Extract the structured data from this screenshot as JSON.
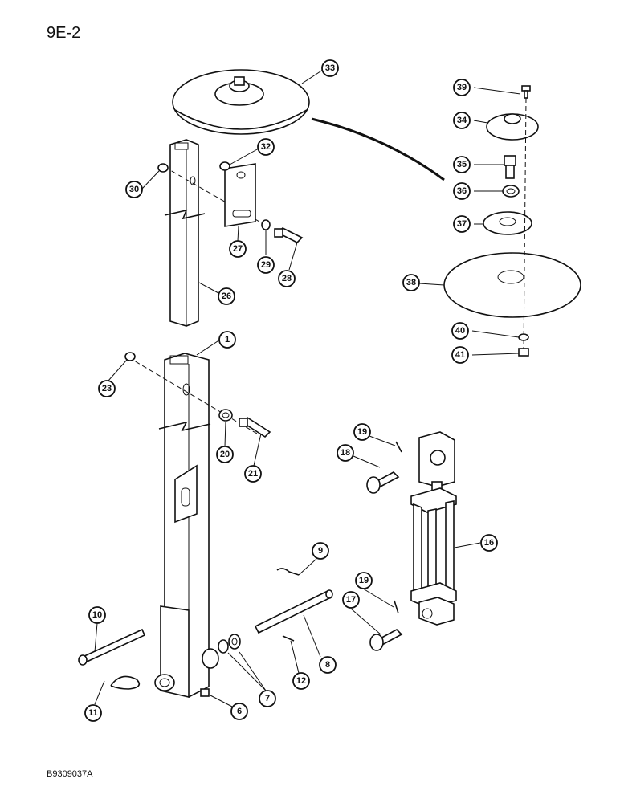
{
  "page_id": "9E-2",
  "drawing_code": "B9309037A",
  "callouts": [
    "33",
    "39",
    "34",
    "35",
    "36",
    "37",
    "38",
    "40",
    "41",
    "32",
    "30",
    "27",
    "29",
    "28",
    "26",
    "1",
    "23",
    "20",
    "21",
    "19",
    "18",
    "16",
    "9",
    "10",
    "11",
    "7",
    "6",
    "12",
    "8",
    "17"
  ]
}
